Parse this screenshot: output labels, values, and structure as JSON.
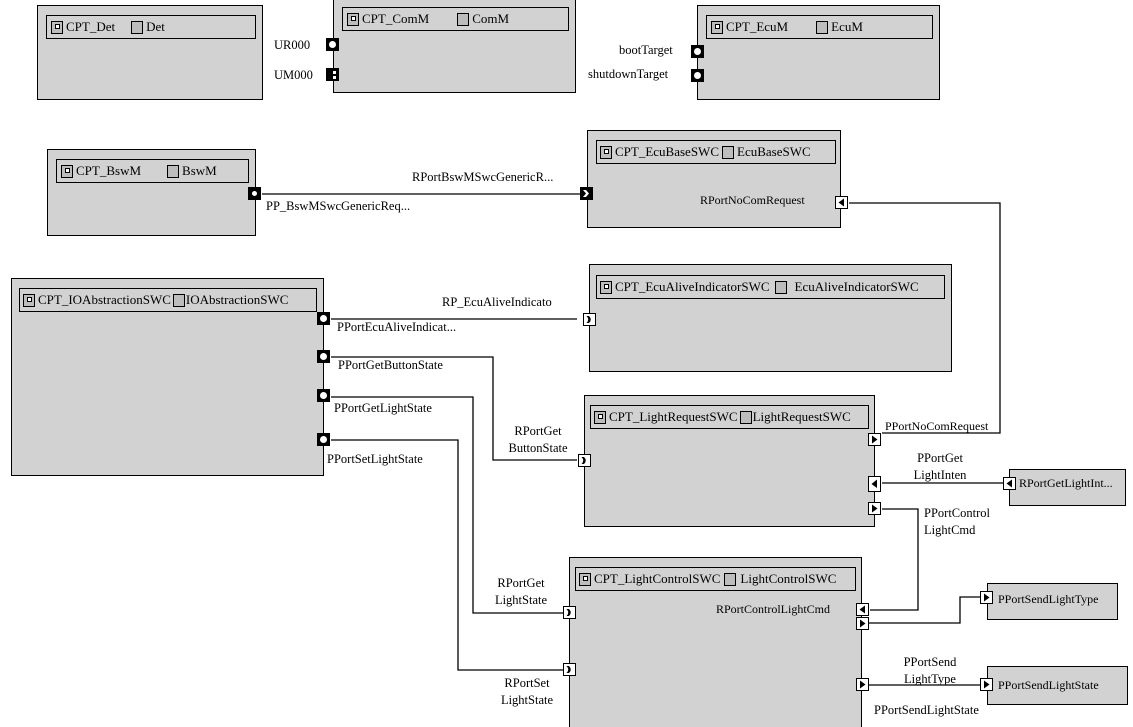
{
  "components": {
    "det": {
      "instance": "CPT_Det",
      "type": "Det"
    },
    "comm": {
      "instance": "CPT_ComM",
      "type": "ComM"
    },
    "ecum": {
      "instance": "CPT_EcuM",
      "type": "EcuM"
    },
    "bswm": {
      "instance": "CPT_BswM",
      "type": "BswM"
    },
    "ecubase": {
      "instance": "CPT_EcuBaseSWC",
      "type": "EcuBaseSWC"
    },
    "io": {
      "instance": "CPT_IOAbstractionSWC",
      "type": "IOAbstractionSWC"
    },
    "alive": {
      "instance": "CPT_EcuAliveIndicatorSWC",
      "type": "EcuAliveIndicatorSWC"
    },
    "lightreq": {
      "instance": "CPT_LightRequestSWC",
      "type": "LightRequestSWC"
    },
    "lightctrl": {
      "instance": "CPT_LightControlSWC",
      "type": "LightControlSWC"
    }
  },
  "external_ports": {
    "get_light_int": "RPortGetLightInt...",
    "send_light_type": "PPortSendLightType",
    "send_light_state": "PPortSendLightState"
  },
  "port_labels": {
    "ur000": "UR000",
    "um000": "UM000",
    "boot_target": "bootTarget",
    "shutdown_target": "shutdownTarget",
    "pp_bswm": "PP_BswMSwcGenericReq...",
    "rport_bswm": "RPortBswMSwcGenericR...",
    "rport_nocom": "RPortNoComRequest",
    "pport_alive": "PPortEcuAliveIndicat...",
    "rp_alive": "RP_EcuAliveIndicato",
    "pport_getbutton": "PPortGetButtonState",
    "pport_getlight": "PPortGetLightState",
    "pport_setlight": "PPortSetLightState",
    "rport_getbutton_1": "RPortGet",
    "rport_getbutton_2": "ButtonState",
    "pport_nocom": "PPortNoComRequest",
    "pport_getlightinten_1": "PPortGet",
    "pport_getlightinten_2": "LightInten",
    "pport_controllightcmd_1": "PPortControl",
    "pport_controllightcmd_2": "LightCmd",
    "rport_getlightstate_1": "RPortGet",
    "rport_getlightstate_2": "LightState",
    "rport_controllightcmd": "RPortControlLightCmd",
    "rport_setlightstate_1": "RPortSet",
    "rport_setlightstate_2": "LightState",
    "pport_sendlighttype_1": "PPortSend",
    "pport_sendlighttype_2": "LightType",
    "pport_sendlightstate": "PPortSendLightState"
  }
}
